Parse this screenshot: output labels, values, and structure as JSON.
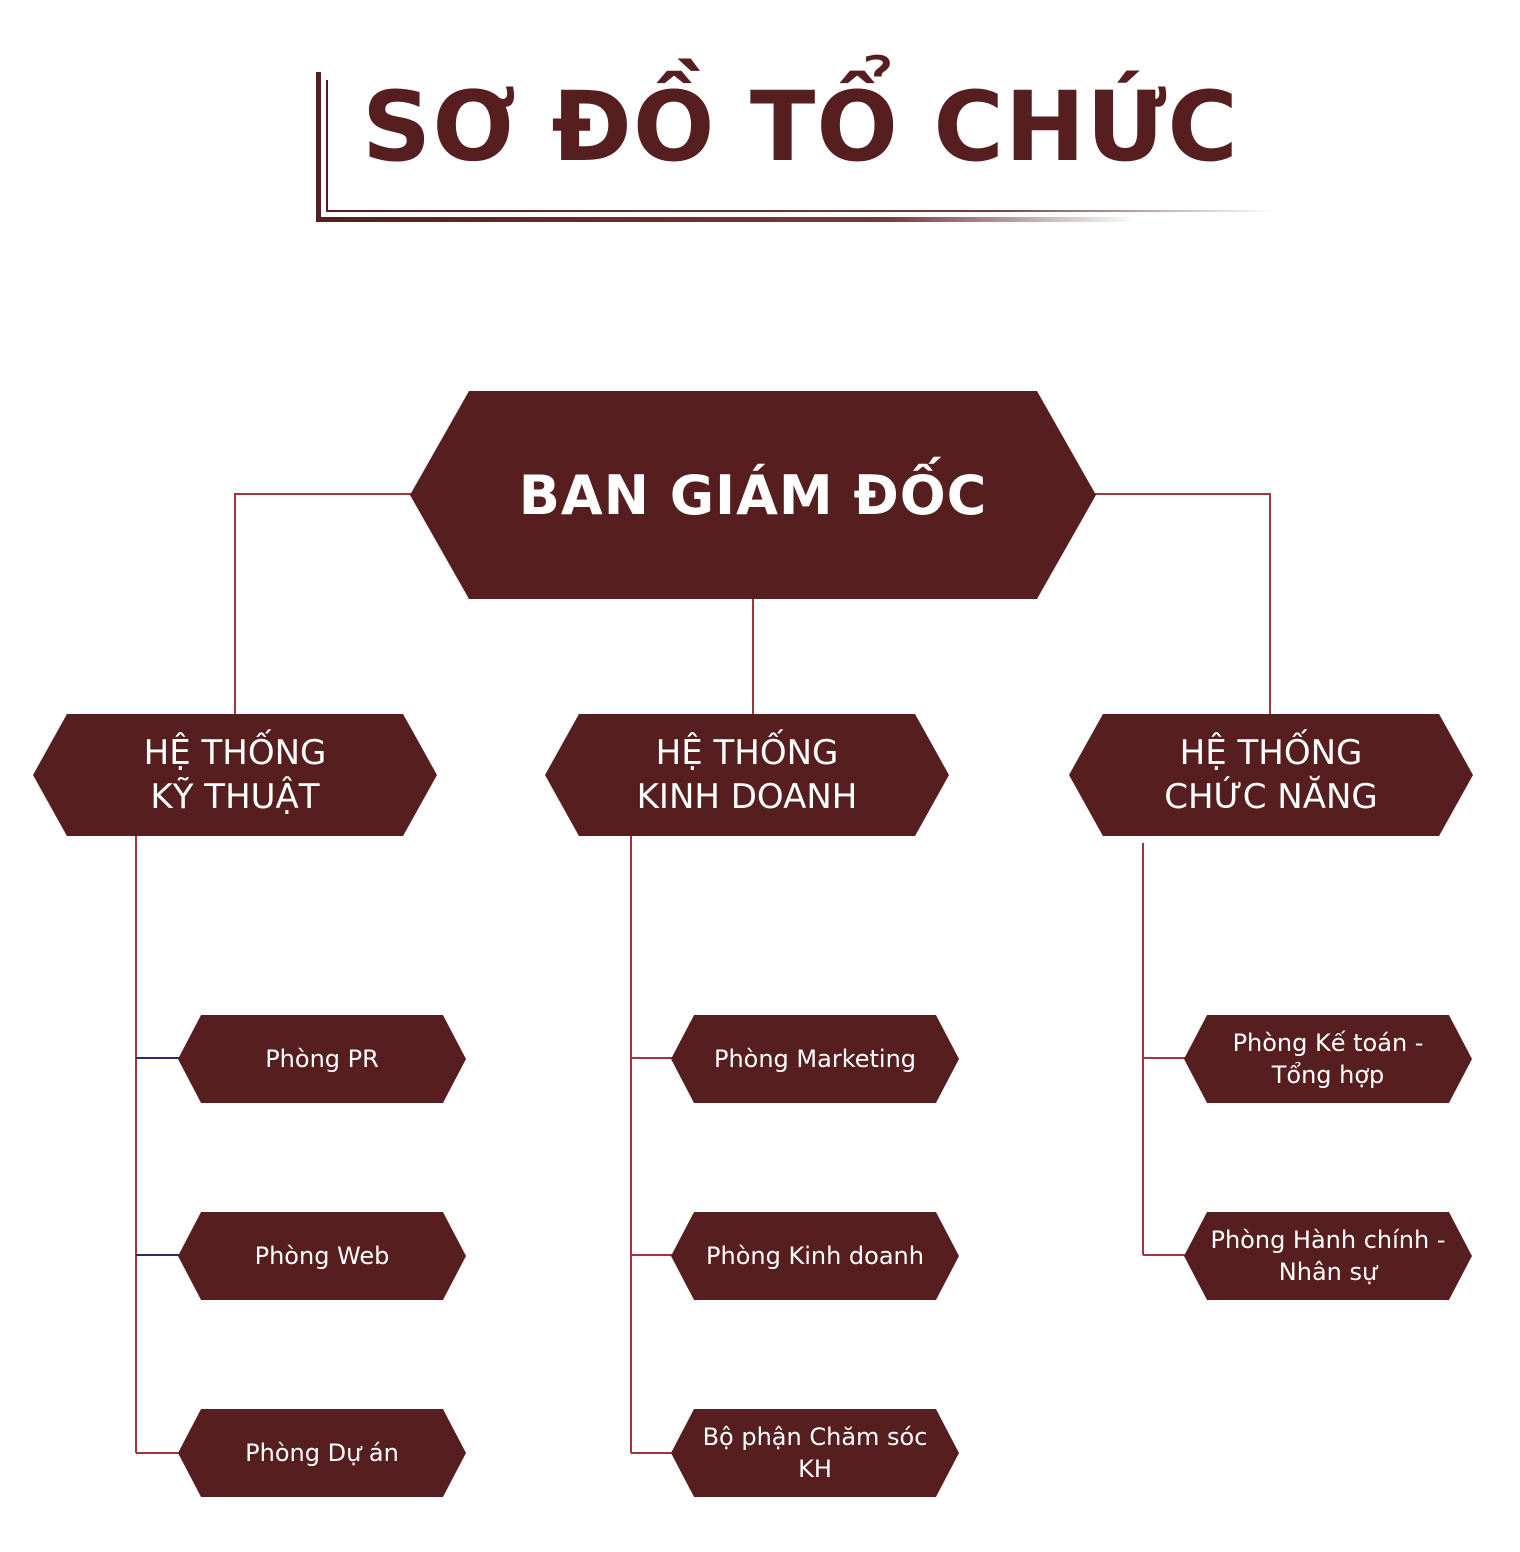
{
  "title": "SƠ ĐỒ TỔ CHỨC",
  "root": {
    "label": "BAN GIÁM ĐỐC"
  },
  "divisions": [
    {
      "label": "HỆ THỐNG\nKỸ THUẬT",
      "departments": [
        "Phòng PR",
        "Phòng Web",
        "Phòng Dự án"
      ]
    },
    {
      "label": "HỆ THỐNG\nKINH DOANH",
      "departments": [
        "Phòng Marketing",
        "Phòng Kinh doanh",
        "Bộ phận Chăm sóc KH"
      ]
    },
    {
      "label": "HỆ THỐNG\nCHỨC NĂNG",
      "departments": [
        "Phòng Kế toán - Tổng hợp",
        "Phòng Hành chính - Nhân sự"
      ]
    }
  ],
  "colors": {
    "box_fill": "#561e1e",
    "box_text": "#ffffff",
    "connector": "#a3343c",
    "connector_alt": "#2a2a6e",
    "title": "#561e1e"
  }
}
